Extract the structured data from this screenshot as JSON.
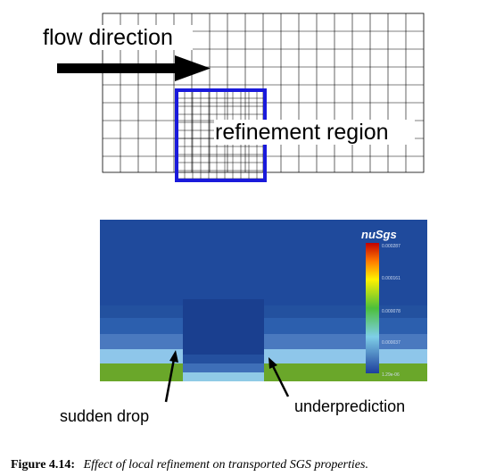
{
  "top_panel": {
    "flow_label": "flow direction",
    "refinement_label": "refinement region"
  },
  "bottom_panel": {
    "colorbar": {
      "title": "nuSgs",
      "tick_labels": [
        "0.000287",
        "0.000161",
        "0.000078",
        "0.000037",
        "1.29e-06"
      ]
    },
    "annotation_left": "sudden drop",
    "annotation_right": "underprediction"
  },
  "caption": {
    "label": "Figure 4.14:",
    "text": "Effect of local refinement on transported SGS properties."
  },
  "colors": {
    "refinement_box": "#1a1adb",
    "field_dark": "#1f4a9c",
    "field_low": "#8ec6ea",
    "field_green": "#6aa72a"
  }
}
